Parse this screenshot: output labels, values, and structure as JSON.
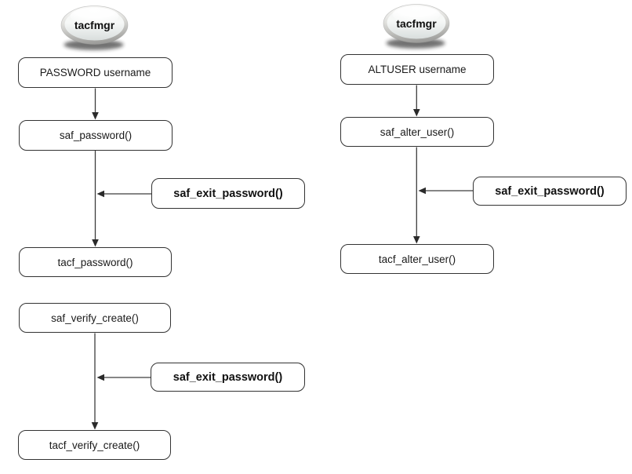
{
  "diagram_title": "tacfmgr password and alter-user exit flow diagram",
  "colors": {
    "background": "#ffffff",
    "box_fill": "#ffffff",
    "box_border": "#333333",
    "text": "#1a1a1a",
    "arrow": "#3d3d3d",
    "ball_rim_top": "#fbfbfa",
    "ball_rim_bottom": "#97979b",
    "ball_face_top": "#ffffff",
    "ball_face_bottom": "#d9dedd"
  },
  "nodes": {
    "tacfmgr_left": "tacfmgr",
    "password_username": "PASSWORD username",
    "saf_password": "saf_password()",
    "saf_exit_password_1": "saf_exit_password()",
    "tacf_password": "tacf_password()",
    "saf_verify_create": "saf_verify_create()",
    "saf_exit_password_2": "saf_exit_password()",
    "tacf_verify_create": "tacf_verify_create()",
    "tacfmgr_right": "tacfmgr",
    "altuser_username": "ALTUSER username",
    "saf_alter_user": "saf_alter_user()",
    "saf_exit_password_3": "saf_exit_password()",
    "tacf_alter_user": "tacf_alter_user()"
  }
}
